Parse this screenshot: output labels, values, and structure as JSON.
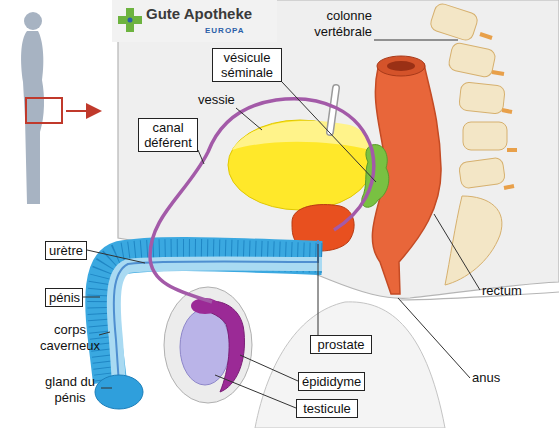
{
  "diagram": {
    "nodes": [
      {
        "text": [
          "vésicule séminale"
        ]
      },
      {
        "text": [
          "canal déférent"
        ]
      },
      {
        "text": [
          "urètre"
        ]
      },
      {
        "text": [
          "pénis"
        ]
      },
      {
        "text": [
          "prostate"
        ]
      },
      {
        "text": [
          "épididyme"
        ]
      },
      {
        "text": [
          "testicule"
        ]
      }
    ],
    "labels": [
      "Gute Apotheke",
      "EUROPA",
      "colonne vertébrale",
      "vessie",
      "rectum",
      "corps caverneux",
      "gland du pénis",
      "anus"
    ]
  }
}
